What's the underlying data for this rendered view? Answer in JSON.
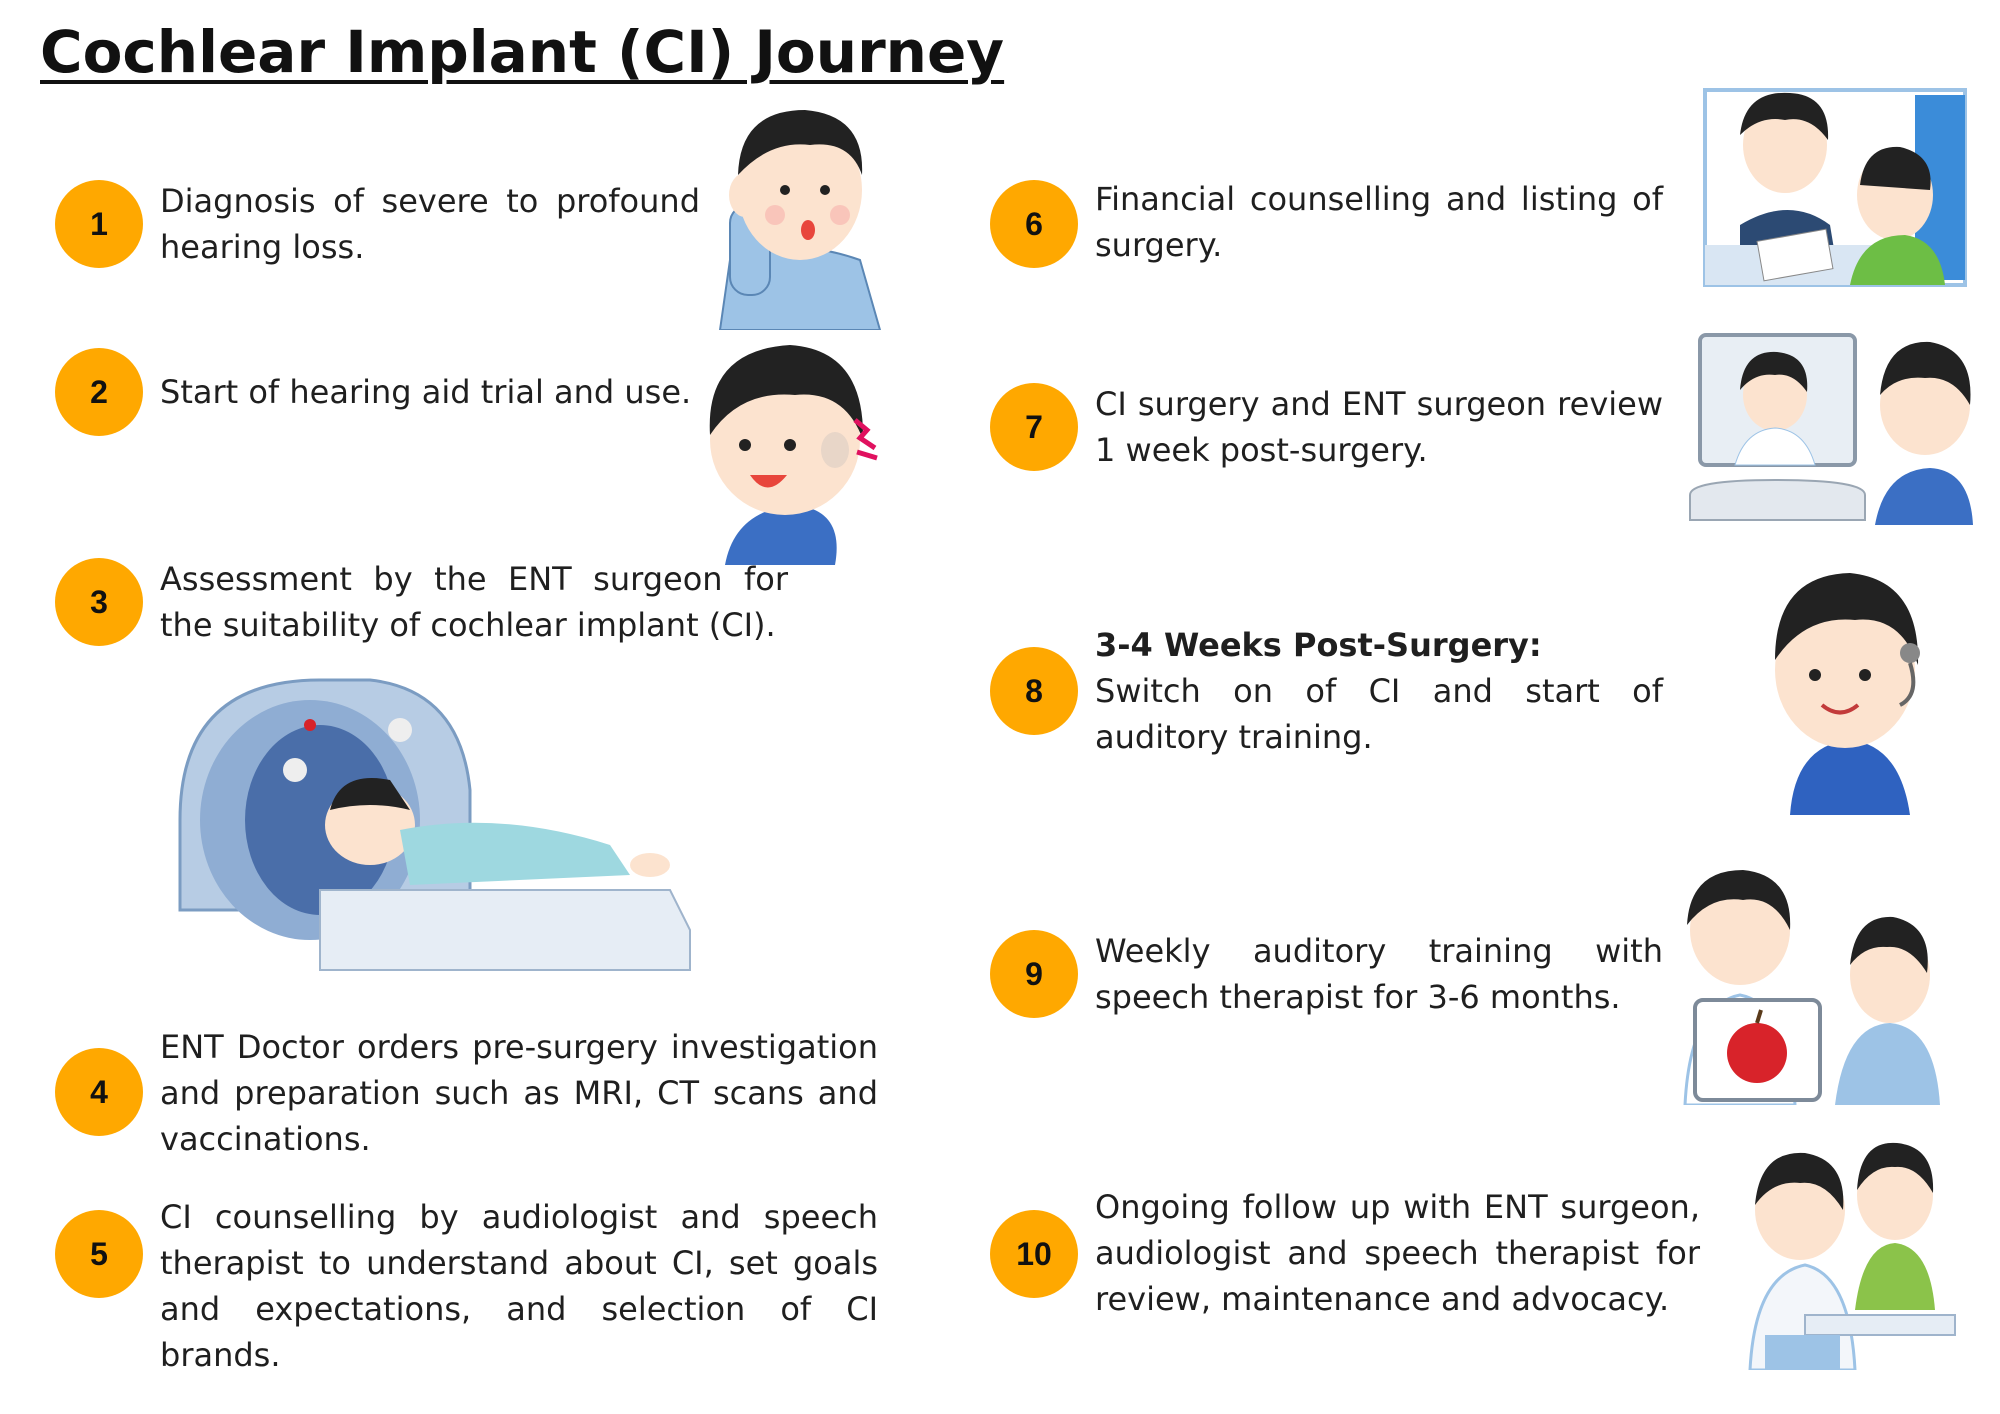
{
  "title": "Cochlear Implant (CI) Journey",
  "colors": {
    "badge": "#FFA800",
    "text": "#1f1f1f"
  },
  "steps": [
    {
      "number": "1",
      "text": "Diagnosis of severe to profound hearing loss."
    },
    {
      "number": "2",
      "text": "Start of hearing aid trial and use."
    },
    {
      "number": "3",
      "text": "Assessment by the ENT surgeon for the suitability of cochlear implant (CI)."
    },
    {
      "number": "4",
      "text": "ENT Doctor orders pre-surgery investigation and preparation such as MRI, CT scans and vaccinations."
    },
    {
      "number": "5",
      "text": "CI counselling by audiologist and speech therapist to understand about CI, set goals and expectations, and selection of CI brands."
    },
    {
      "number": "6",
      "text": "Financial counselling and listing of surgery."
    },
    {
      "number": "7",
      "text": "CI surgery and ENT surgeon review 1 week post-surgery."
    },
    {
      "number": "8",
      "heading": "3-4 Weeks Post-Surgery:",
      "text": "Switch on of CI and start of auditory training."
    },
    {
      "number": "9",
      "text": "Weekly auditory training with speech therapist for 3-6 months."
    },
    {
      "number": "10",
      "text": "Ongoing follow up with ENT surgeon, audiologist and speech therapist for review, maintenance and advocacy."
    }
  ],
  "illustrations": [
    {
      "icon": "hand-to-ear-icon"
    },
    {
      "icon": "hearing-aid-boy-icon"
    },
    {
      "icon": "mri-scanner-icon"
    },
    {
      "icon": "counselling-desk-icon"
    },
    {
      "icon": "telehealth-monitor-icon"
    },
    {
      "icon": "cochlear-implant-boy-icon"
    },
    {
      "icon": "speech-therapy-apple-card-icon"
    },
    {
      "icon": "follow-up-consultation-icon"
    }
  ]
}
